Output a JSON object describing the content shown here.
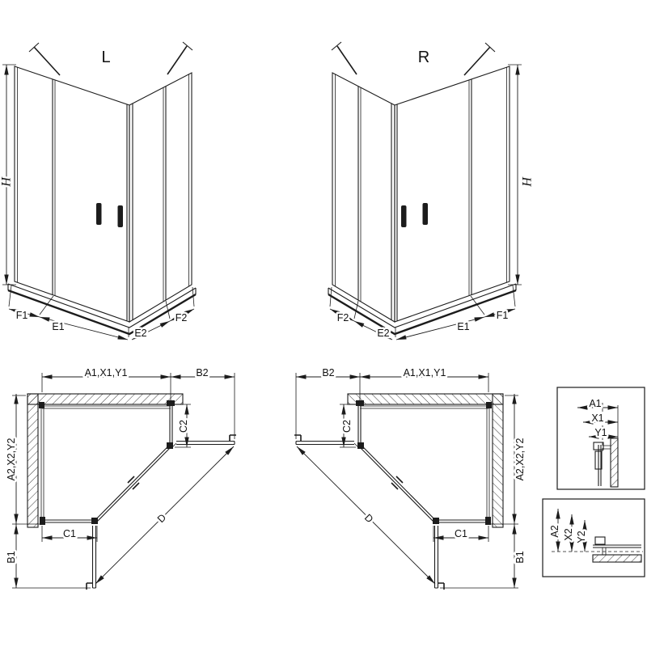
{
  "diagram": {
    "variant_left": {
      "title": "L",
      "height_label": "H",
      "bottom_dims": [
        "F1",
        "E1",
        "E2",
        "F2"
      ]
    },
    "variant_right": {
      "title": "R",
      "height_label": "H",
      "bottom_dims": [
        "F2",
        "E2",
        "E1",
        "F1"
      ]
    },
    "plan_left": {
      "width_label": "A1,X1,Y1",
      "door_open_top_label": "B2",
      "side_panel_label": "C2",
      "depth_label": "A2,X2,Y2",
      "bottom_panel_label": "C1",
      "diagonal_label": "D",
      "door_open_bottom_label": "B1"
    },
    "plan_right": {
      "width_label": "A1,X1,Y1",
      "door_open_top_label": "B2",
      "side_panel_label": "C2",
      "depth_label": "A2,X2,Y2",
      "bottom_panel_label": "C1",
      "diagonal_label": "D",
      "door_open_bottom_label": "B1"
    },
    "detail_width": {
      "dims": [
        "A1",
        "X1",
        "Y1"
      ]
    },
    "detail_depth": {
      "dims": [
        "A2",
        "X2",
        "Y2"
      ]
    }
  }
}
